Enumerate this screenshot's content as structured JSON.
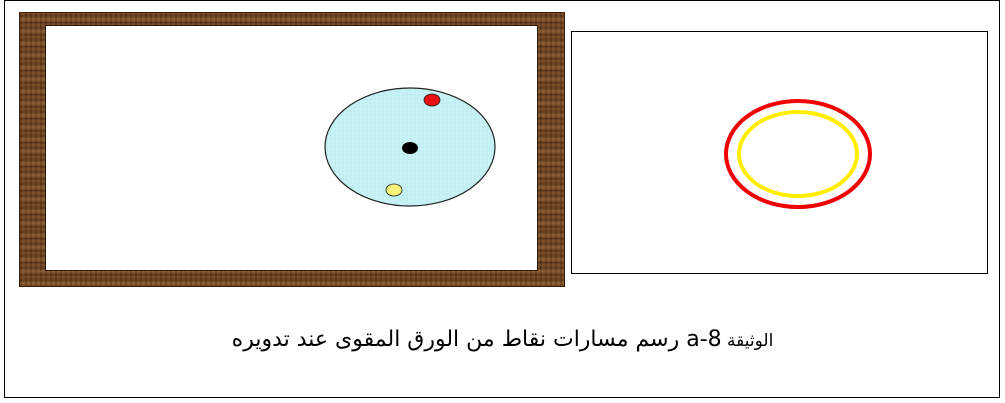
{
  "caption": {
    "label": "الوثيقة ",
    "doc_id": "a-8",
    "text": "رسم مسارات نقاط من الورق المقوى عند تدويره"
  },
  "colors": {
    "disc_fill": "#c6f2f5",
    "red_point": "#e81010",
    "yellow_point": "#f7f27a",
    "center_point": "#000000",
    "red_path": "#f00000",
    "yellow_path": "#ffee00",
    "wood": "#6b3f1d"
  }
}
